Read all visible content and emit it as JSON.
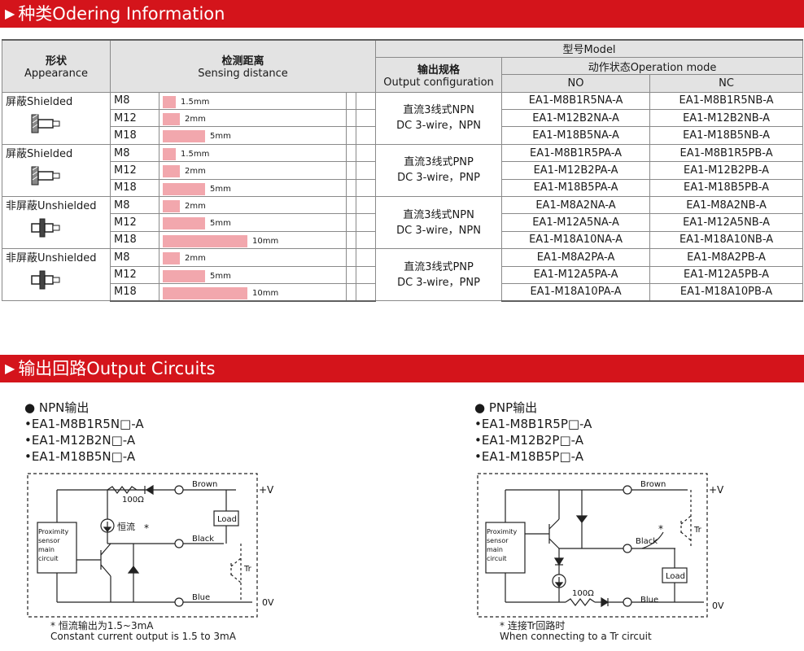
{
  "sections": {
    "ordering_title": "种类Odering Information",
    "circuits_title": "输出回路Output Circuits"
  },
  "table": {
    "col_appearance": [
      "形状",
      "Appearance"
    ],
    "col_distance": [
      "检测距离",
      "Sensing distance"
    ],
    "col_model": "型号Model",
    "col_output": [
      "输出规格",
      "Output configuration"
    ],
    "col_operation": "动作状态Operation mode",
    "col_no": "NO",
    "col_nc": "NC",
    "groups": [
      {
        "appearance": "屏蔽Shielded",
        "icon": "shielded-sensor-icon",
        "output": [
          "直流3线式NPN",
          "DC 3-wire，NPN"
        ],
        "rows": [
          {
            "size": "M8",
            "distance": "1.5mm",
            "distance_mm": 1.5,
            "no": "EA1-M8B1R5NA-A",
            "nc": "EA1-M8B1R5NB-A"
          },
          {
            "size": "M12",
            "distance": "2mm",
            "distance_mm": 2,
            "no": "EA1-M12B2NA-A",
            "nc": "EA1-M12B2NB-A"
          },
          {
            "size": "M18",
            "distance": "5mm",
            "distance_mm": 5,
            "no": "EA1-M18B5NA-A",
            "nc": "EA1-M18B5NB-A"
          }
        ]
      },
      {
        "appearance": "屏蔽Shielded",
        "icon": "shielded-sensor-icon",
        "output": [
          "直流3线式PNP",
          "DC 3-wire，PNP"
        ],
        "rows": [
          {
            "size": "M8",
            "distance": "1.5mm",
            "distance_mm": 1.5,
            "no": "EA1-M8B1R5PA-A",
            "nc": "EA1-M8B1R5PB-A"
          },
          {
            "size": "M12",
            "distance": "2mm",
            "distance_mm": 2,
            "no": "EA1-M12B2PA-A",
            "nc": "EA1-M12B2PB-A"
          },
          {
            "size": "M18",
            "distance": "5mm",
            "distance_mm": 5,
            "no": "EA1-M18B5PA-A",
            "nc": "EA1-M18B5PB-A"
          }
        ]
      },
      {
        "appearance": "非屏蔽Unshielded",
        "icon": "unshielded-sensor-icon",
        "output": [
          "直流3线式NPN",
          "DC 3-wire，NPN"
        ],
        "rows": [
          {
            "size": "M8",
            "distance": "2mm",
            "distance_mm": 2,
            "no": "EA1-M8A2NA-A",
            "nc": "EA1-M8A2NB-A"
          },
          {
            "size": "M12",
            "distance": "5mm",
            "distance_mm": 5,
            "no": "EA1-M12A5NA-A",
            "nc": "EA1-M12A5NB-A"
          },
          {
            "size": "M18",
            "distance": "10mm",
            "distance_mm": 10,
            "no": "EA1-M18A10NA-A",
            "nc": "EA1-M18A10NB-A"
          }
        ]
      },
      {
        "appearance": "非屏蔽Unshielded",
        "icon": "unshielded-sensor-icon",
        "output": [
          "直流3线式PNP",
          "DC 3-wire，PNP"
        ],
        "rows": [
          {
            "size": "M8",
            "distance": "2mm",
            "distance_mm": 2,
            "no": "EA1-M8A2PA-A",
            "nc": "EA1-M8A2PB-A"
          },
          {
            "size": "M12",
            "distance": "5mm",
            "distance_mm": 5,
            "no": "EA1-M12A5PA-A",
            "nc": "EA1-M12A5PB-A"
          },
          {
            "size": "M18",
            "distance": "10mm",
            "distance_mm": 10,
            "no": "EA1-M18A10PA-A",
            "nc": "EA1-M18A10PB-A"
          }
        ]
      }
    ]
  },
  "circuits": {
    "npn": {
      "heading": "NPN输出",
      "models": [
        "EA1-M8B1R5N□-A",
        "EA1-M12B2N□-A",
        "EA1-M18B5N□-A"
      ],
      "labels": {
        "brown": "Brown",
        "black": "Black",
        "blue": "Blue",
        "vplus": "+V",
        "zero_v": "0V",
        "load": "Load",
        "tr": "Tr",
        "resistor": "100Ω",
        "const_current": "恒流",
        "block": [
          "Proximity",
          "sensor",
          "main",
          "circuit"
        ]
      },
      "note": [
        "* 恒流输出为1.5~3mA",
        "Constant current output is 1.5 to 3mA"
      ]
    },
    "pnp": {
      "heading": "PNP输出",
      "models": [
        "EA1-M8B1R5P□-A",
        "EA1-M12B2P□-A",
        "EA1-M18B5P□-A"
      ],
      "labels": {
        "brown": "Brown",
        "black": "Black",
        "blue": "Blue",
        "vplus": "+V",
        "zero_v": "0V",
        "load": "Load",
        "tr": "Tr",
        "resistor": "100Ω",
        "block": [
          "Proximity",
          "sensor",
          "main",
          "circuit"
        ]
      },
      "note": [
        "* 连接Tr回路时",
        "When connecting to a Tr circuit"
      ]
    }
  },
  "colors": {
    "banner": "#d4141b",
    "header_bg": "#e3e3e3",
    "distance_bar": "#f2a7ad"
  }
}
